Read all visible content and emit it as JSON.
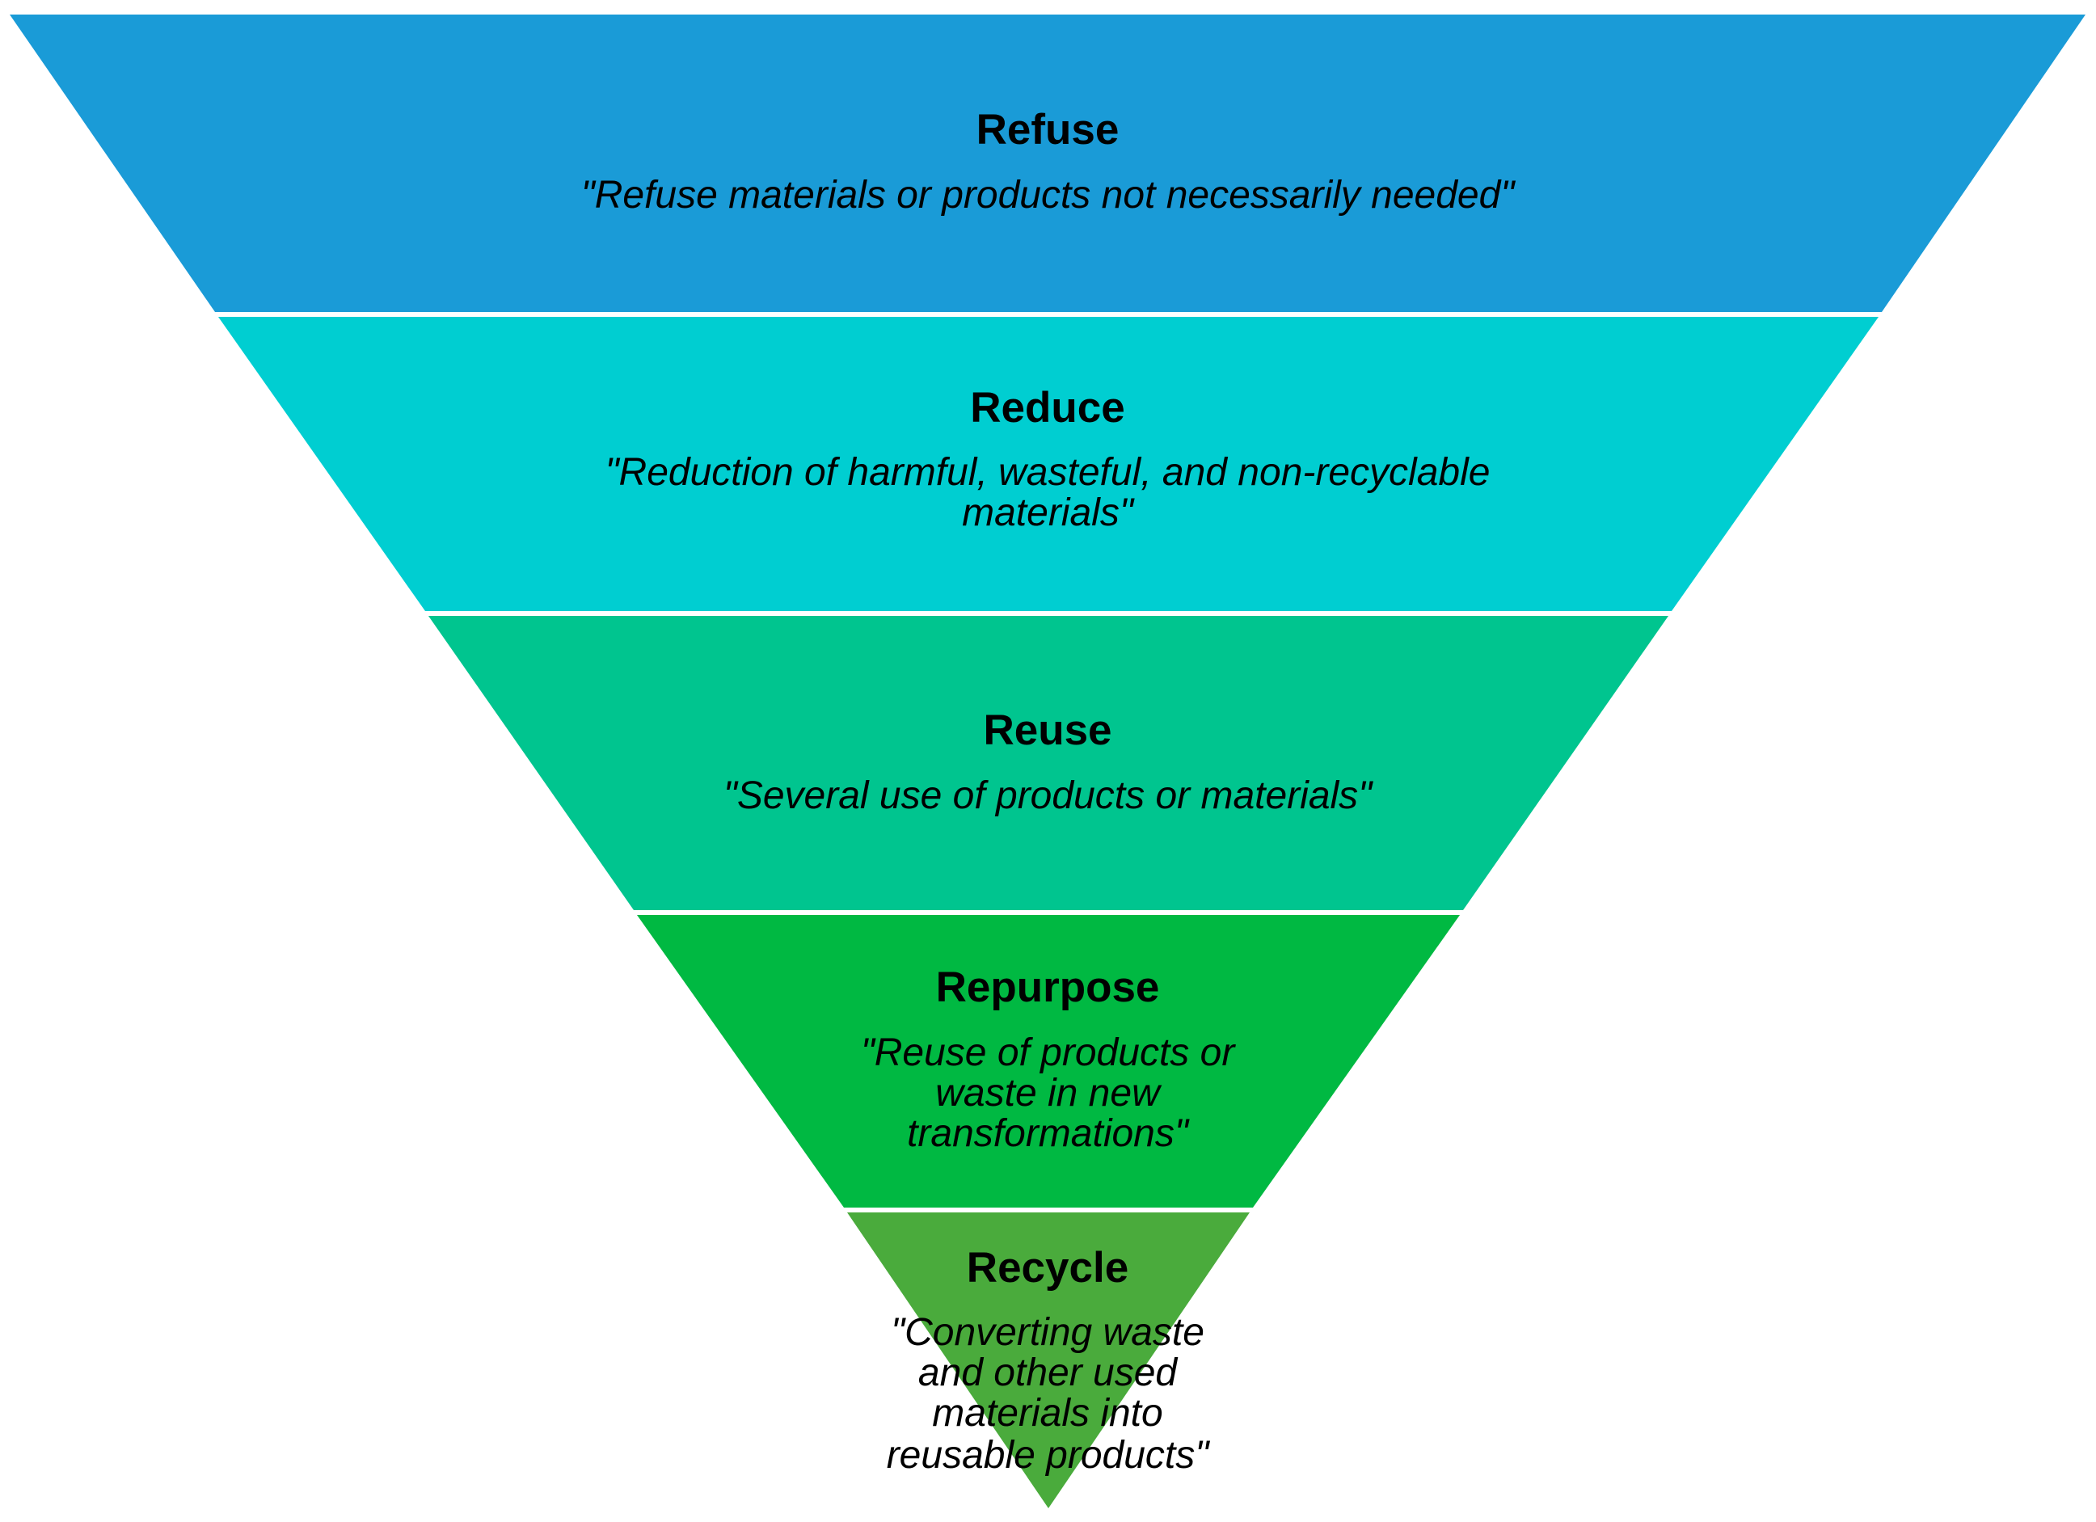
{
  "tiers": [
    {
      "id": "refuse",
      "title": "Refuse",
      "description": [
        "\"Refuse materials or products not necessarily needed\""
      ],
      "color": "#1a9bd7"
    },
    {
      "id": "reduce",
      "title": "Reduce",
      "description": [
        "\"Reduction of harmful, wasteful, and non-recyclable",
        "materials\""
      ],
      "color": "#00ced1"
    },
    {
      "id": "reuse",
      "title": "Reuse",
      "description": [
        "\"Several use of products or materials\""
      ],
      "color": "#00c58f"
    },
    {
      "id": "repurpose",
      "title": "Repurpose",
      "description": [
        "\"Reuse of products or",
        "waste in new",
        "transformations\""
      ],
      "color": "#00b942"
    },
    {
      "id": "recycle",
      "title": "Recycle",
      "description": [
        "\"Converting waste",
        "and other used",
        "materials into",
        "reusable products\""
      ],
      "color": "#4aab3c"
    }
  ]
}
